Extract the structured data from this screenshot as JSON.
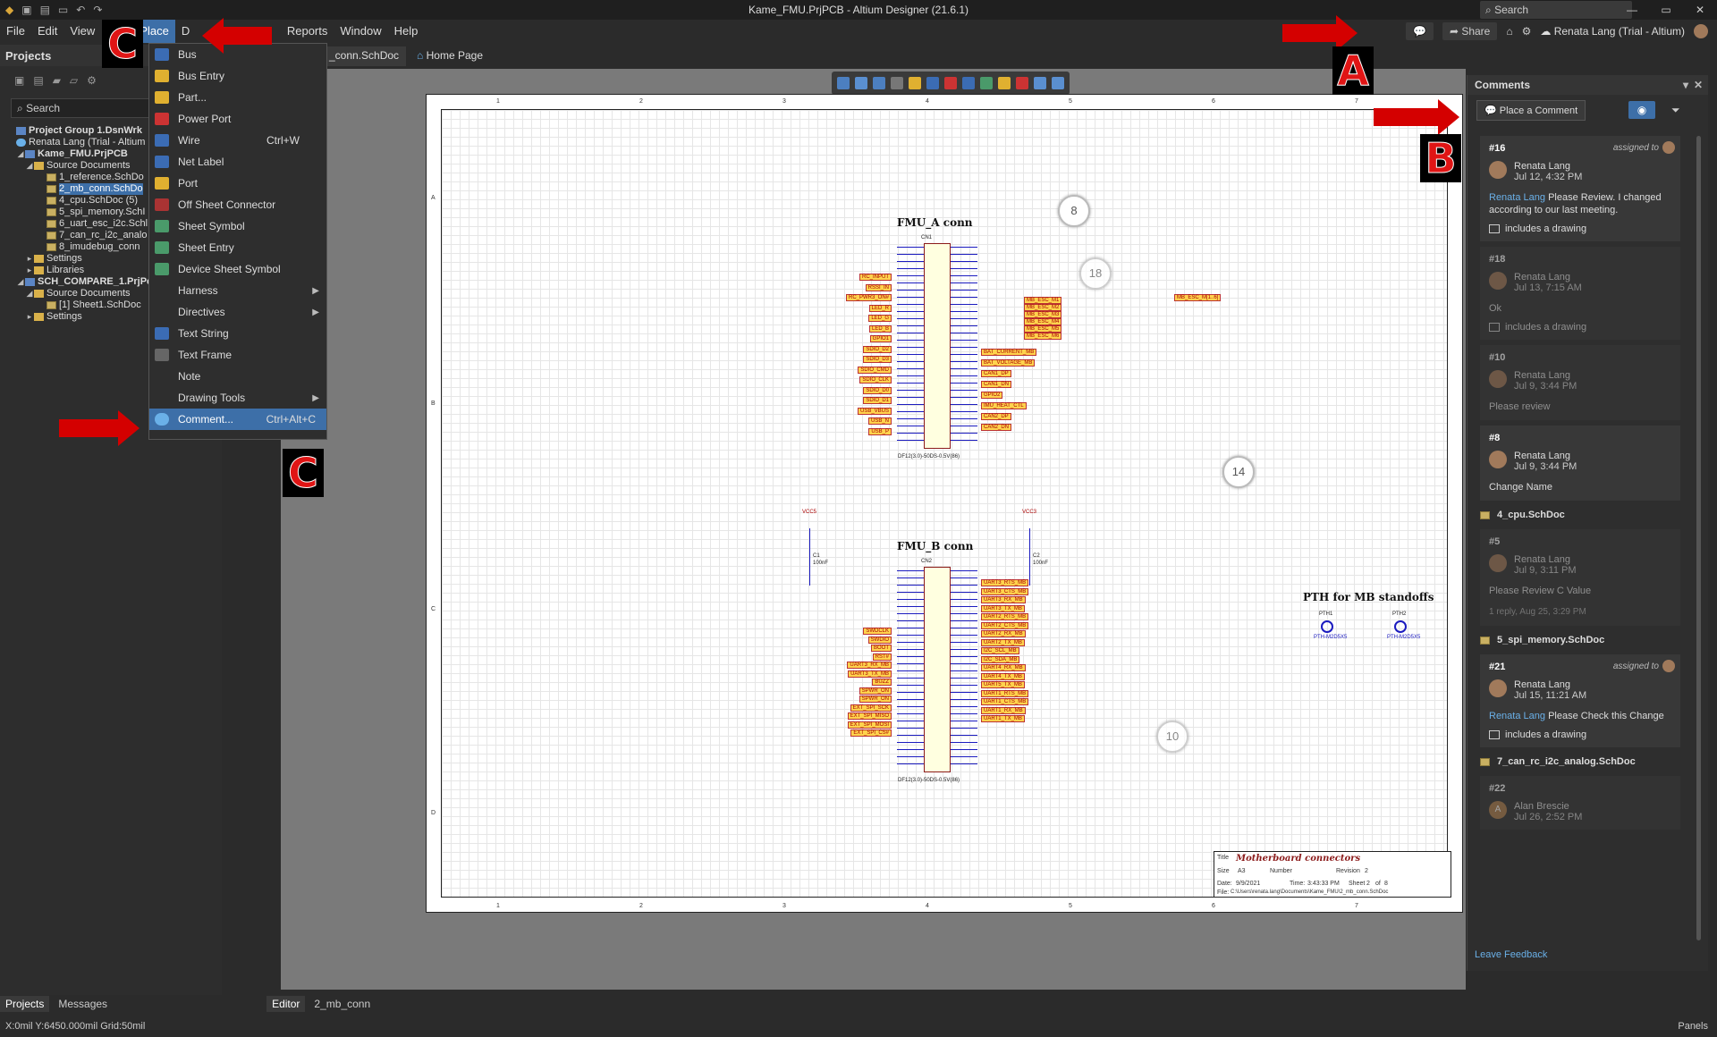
{
  "titlebar": {
    "title": "Kame_FMU.PrjPCB - Altium Designer (21.6.1)",
    "search": "Search",
    "min": "—",
    "restore": "▭",
    "close": "✕"
  },
  "menubar": {
    "items": [
      "File",
      "Edit",
      "View",
      "Place",
      "Design",
      "Reports",
      "Window",
      "Help"
    ],
    "share": "Share",
    "user": "Renata Lang (Trial - Altium)"
  },
  "projects": {
    "title": "Projects",
    "search": "Search",
    "tree": [
      "Project Group 1.DsnWrk",
      "Renata Lang (Trial - Altium",
      "Kame_FMU.PrjPCB",
      "Source Documents",
      "1_reference.SchDo",
      "2_mb_conn.SchDo",
      "4_cpu.SchDoc (5)",
      "5_spi_memory.SchI",
      "6_uart_esc_i2c.Schl",
      "7_can_rc_i2c_analo",
      "8_imudebug_conn",
      "Settings",
      "Libraries",
      "SCH_COMPARE_1.PrjPc",
      "Source Documents",
      "[1] Sheet1.SchDoc",
      "Settings"
    ]
  },
  "doctabs": {
    "tab1": "_conn.SchDoc",
    "tab2": "Home Page"
  },
  "place_menu": {
    "items": [
      {
        "label": "Bus",
        "shortcut": ""
      },
      {
        "label": "Bus Entry",
        "shortcut": ""
      },
      {
        "label": "Part...",
        "shortcut": ""
      },
      {
        "label": "Power Port",
        "shortcut": ""
      },
      {
        "label": "Wire",
        "shortcut": "Ctrl+W"
      },
      {
        "label": "Net Label",
        "shortcut": ""
      },
      {
        "label": "Port",
        "shortcut": ""
      },
      {
        "label": "Off Sheet Connector",
        "shortcut": ""
      },
      {
        "label": "Sheet Symbol",
        "shortcut": ""
      },
      {
        "label": "Sheet Entry",
        "shortcut": ""
      },
      {
        "label": "Device Sheet Symbol",
        "shortcut": ""
      },
      {
        "label": "Harness",
        "shortcut": ""
      },
      {
        "label": "Directives",
        "shortcut": ""
      },
      {
        "label": "Text String",
        "shortcut": ""
      },
      {
        "label": "Text Frame",
        "shortcut": ""
      },
      {
        "label": "Note",
        "shortcut": ""
      },
      {
        "label": "Drawing Tools",
        "shortcut": ""
      },
      {
        "label": "Comment...",
        "shortcut": "Ctrl+Alt+C"
      }
    ]
  },
  "schematic": {
    "fmu_a": "FMU_A conn",
    "fmu_b": "FMU_B conn",
    "pth": "PTH for MB standoffs",
    "cn1": "CN1",
    "cn2": "CN2",
    "conn_part": "DF12(3.0)-50DS-0.5V(86)",
    "vcc5": "VCC5",
    "vcc3": "VCC3",
    "c1": "C1",
    "c1v": "100nF",
    "c2": "C2",
    "c2v": "100nF",
    "pth1": "PTH1",
    "pth2": "PTH2",
    "pth_part": "PTH-M2D5X5",
    "circle_8": "8",
    "circle_18": "18",
    "circle_14": "14",
    "circle_10": "10",
    "title_label": "Title",
    "title_value": "Motherboard connectors",
    "size_label": "Size",
    "size_value": "A3",
    "number_label": "Number",
    "revision_label": "Revision",
    "revision_value": "2",
    "date_label": "Date:",
    "date_value": "9/9/2021",
    "time_label": "Time:",
    "time_value": "3:43:33 PM",
    "sheet_label": "Sheet",
    "sheet_value": "2",
    "of_label": "of",
    "of_value": "8",
    "file_label": "File:",
    "file_value": "C:\\Users\\renata.lang\\Documents\\Kame_FMU\\2_mb_conn.SchDoc",
    "rulers": [
      "1",
      "2",
      "3",
      "4",
      "5",
      "6",
      "7"
    ],
    "rows": [
      "A",
      "B",
      "C",
      "D"
    ],
    "a_left_nets": [
      "RC_INPUT",
      "RSSI_IN",
      "RC_PWR3_ON#",
      "LED_R",
      "LED_G",
      "LED_B",
      "GPIO1",
      "SDIO_D2",
      "SDIO_D3",
      "SDIO_CMD",
      "SDIO_CLK",
      "SDIO_D0",
      "SDIO_D1",
      "USB_VBUS",
      "USB_N",
      "USB_P"
    ],
    "a_right_nets": [
      "BAT_CURRENT_MB",
      "BAT_VOLTAGE_MB",
      "CAN1_DP",
      "CAN1_DN",
      "GPIO2",
      "IMU_HEAT_CTL",
      "CAN2_DP",
      "CAN2_DN"
    ],
    "esc_labels": [
      "MB_ESC_M1",
      "MB_ESC_M2",
      "MB_ESC_M3",
      "MB_ESC_M4",
      "MB_ESC_M5",
      "MB_ESC_M6"
    ],
    "esc_bus": "MB_ESC_M[1..6]",
    "b_left_nets": [
      "SWDCLK",
      "SWDIO",
      "BOOT",
      "RST#",
      "UART3_RX_MB",
      "UART3_TX_MB",
      "BUZZ",
      "SPWR_ON",
      "SPWR_ON",
      "EXT_SPI_SCK",
      "EXT_SPI_MISO",
      "EXT_SPI_MOSI",
      "EXT_SPI_CS#"
    ],
    "b_right_nets": [
      "UART3_RTS_MB",
      "UART3_CTS_MB",
      "UART3_RX_MB",
      "UART3_TX_MB",
      "UART2_RTS_MB",
      "UART2_CTS_MB",
      "UART2_RX_MB",
      "UART2_TX_MB",
      "I2C_SCL_MB",
      "I2C_SDA_MB",
      "UART4_RX_MB",
      "UART4_TX_MB",
      "UART5_TX_MB",
      "UART1_RTS_MB",
      "UART1_CTS_MB",
      "UART1_RX_MB",
      "UART1_TX_MB"
    ]
  },
  "comments": {
    "title": "Comments",
    "place_button": "Place a Comment",
    "cards": [
      {
        "num": "#16",
        "assigned": "assigned to",
        "name": "Renata Lang",
        "date": "Jul 12, 4:32 PM",
        "mention": "Renata Lang",
        "text": "Please Review. I changed according to our last meeting.",
        "drawing": "includes a drawing",
        "dim": false
      },
      {
        "num": "#18",
        "assigned": "",
        "name": "Renata Lang",
        "date": "Jul 13, 7:15 AM",
        "mention": "",
        "text": "Ok",
        "drawing": "includes a drawing",
        "dim": true
      },
      {
        "num": "#10",
        "assigned": "",
        "name": "Renata Lang",
        "date": "Jul 9, 3:44 PM",
        "mention": "",
        "text": "Please review",
        "drawing": "",
        "dim": true
      },
      {
        "num": "#8",
        "assigned": "",
        "name": "Renata Lang",
        "date": "Jul 9, 3:44 PM",
        "mention": "",
        "text": "Change Name",
        "drawing": "",
        "dim": false
      }
    ],
    "doc1": "4_cpu.SchDoc",
    "card5": {
      "num": "#5",
      "name": "Renata Lang",
      "date": "Jul 9, 3:11 PM",
      "text": "Please Review C Value",
      "reply": "1 reply, Aug 25, 3:29 PM"
    },
    "doc2": "5_spi_memory.SchDoc",
    "card21": {
      "num": "#21",
      "assigned": "assigned to",
      "name": "Renata Lang",
      "date": "Jul 15, 11:21 AM",
      "mention": "Renata Lang",
      "text": "Please Check this Change",
      "drawing": "includes a drawing"
    },
    "doc3": "7_can_rc_i2c_analog.SchDoc",
    "card22": {
      "num": "#22",
      "initial": "A",
      "name": "Alan Brescie",
      "date": "Jul 26, 2:52 PM"
    },
    "leave_feedback": "Leave Feedback"
  },
  "bottom": {
    "tabs": [
      "Projects",
      "Messages"
    ],
    "editor_tabs": [
      "Editor",
      "2_mb_conn"
    ],
    "status": "X:0mil Y:6450.000mil    Grid:50mil",
    "panels": "Panels"
  },
  "annotations": {
    "a": "A",
    "b": "B",
    "c1": "C",
    "c2": "C"
  }
}
